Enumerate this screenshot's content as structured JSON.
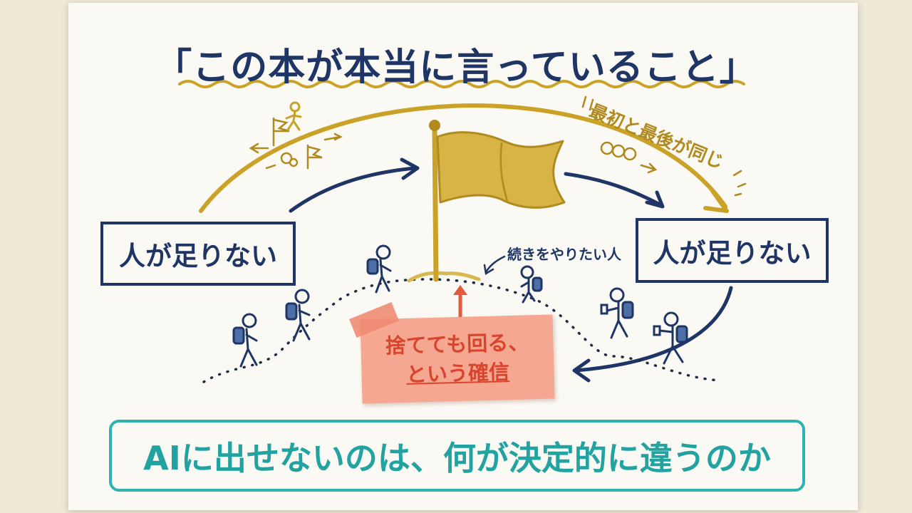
{
  "title": "「この本が本当に言っていること」",
  "arc_label": "最初と最後が同じ",
  "left_box": "人が足りない",
  "right_box": "人が足りない",
  "side_label": "続きをやりたい人",
  "note": {
    "line1": "捨てても回る、",
    "line2": "という確信"
  },
  "bottom_text": "AIに出せないのは、何が決定的に違うのか",
  "colors": {
    "navy": "#1f3566",
    "gold": "#c9a227",
    "coral": "#f6a791",
    "teal": "#2fb3b1"
  }
}
